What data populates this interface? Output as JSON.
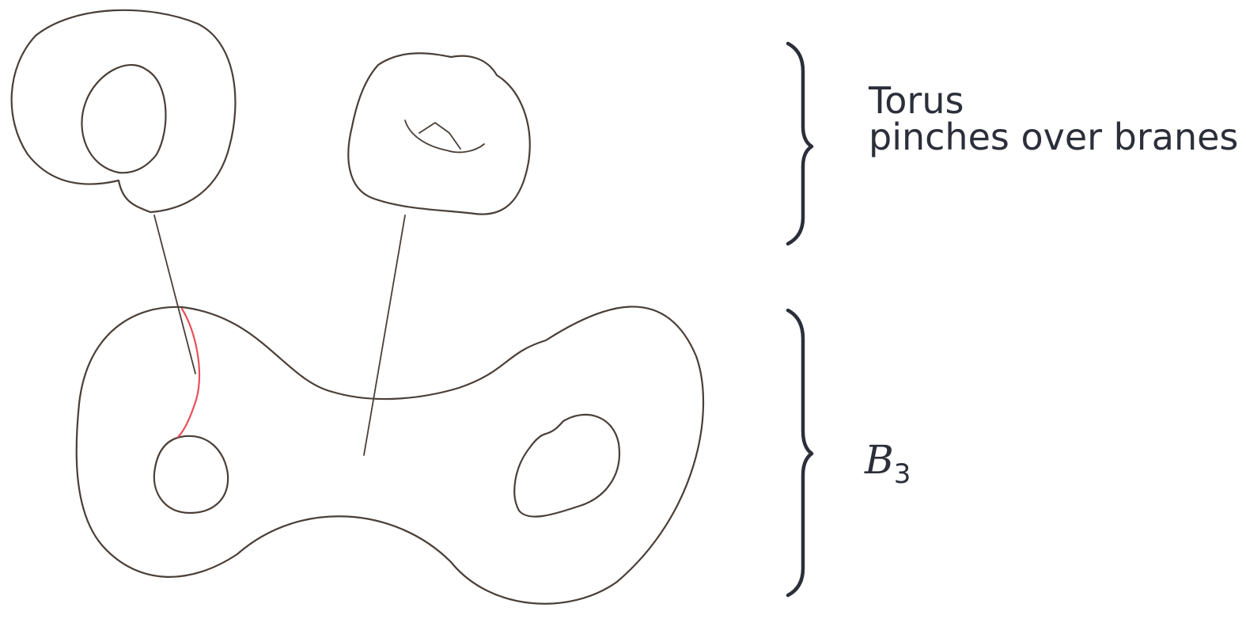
{
  "fiber_label": {
    "line1": "Torus",
    "line2": "pinches over branes"
  },
  "base_label": {
    "symbol": "B",
    "subscript": "3"
  },
  "colors": {
    "outline": "#4a3f37",
    "brace": "#2b2f3a",
    "highlight_path": "#e8505a"
  }
}
